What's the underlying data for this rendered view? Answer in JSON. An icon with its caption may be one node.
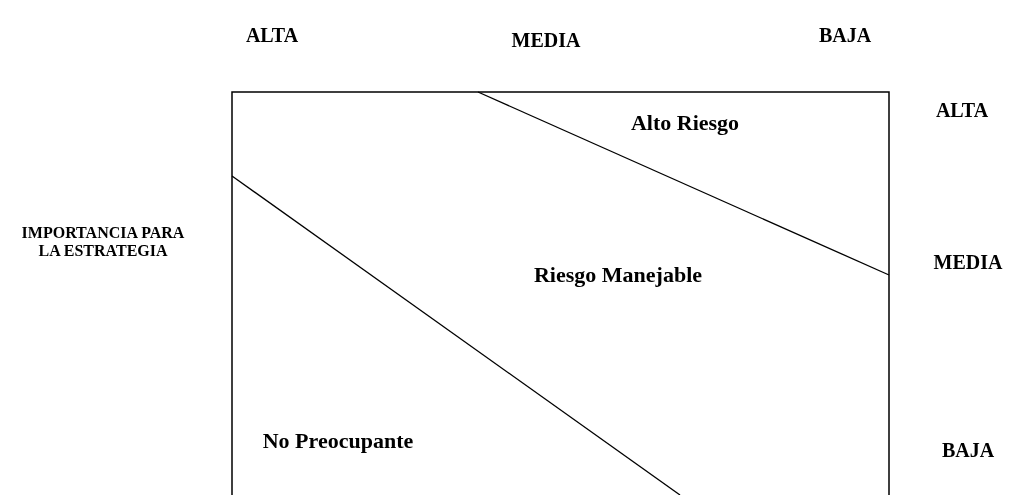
{
  "diagram": {
    "labels": [
      "ALTA",
      "MEDIA",
      "BAJA",
      "ALTA",
      "Alto Riesgo",
      "IMPORTANCIA PARA LA ESTRATEGIA",
      "MEDIA",
      "Riesgo Manejable",
      "No Preocupante",
      "BAJA"
    ]
  }
}
